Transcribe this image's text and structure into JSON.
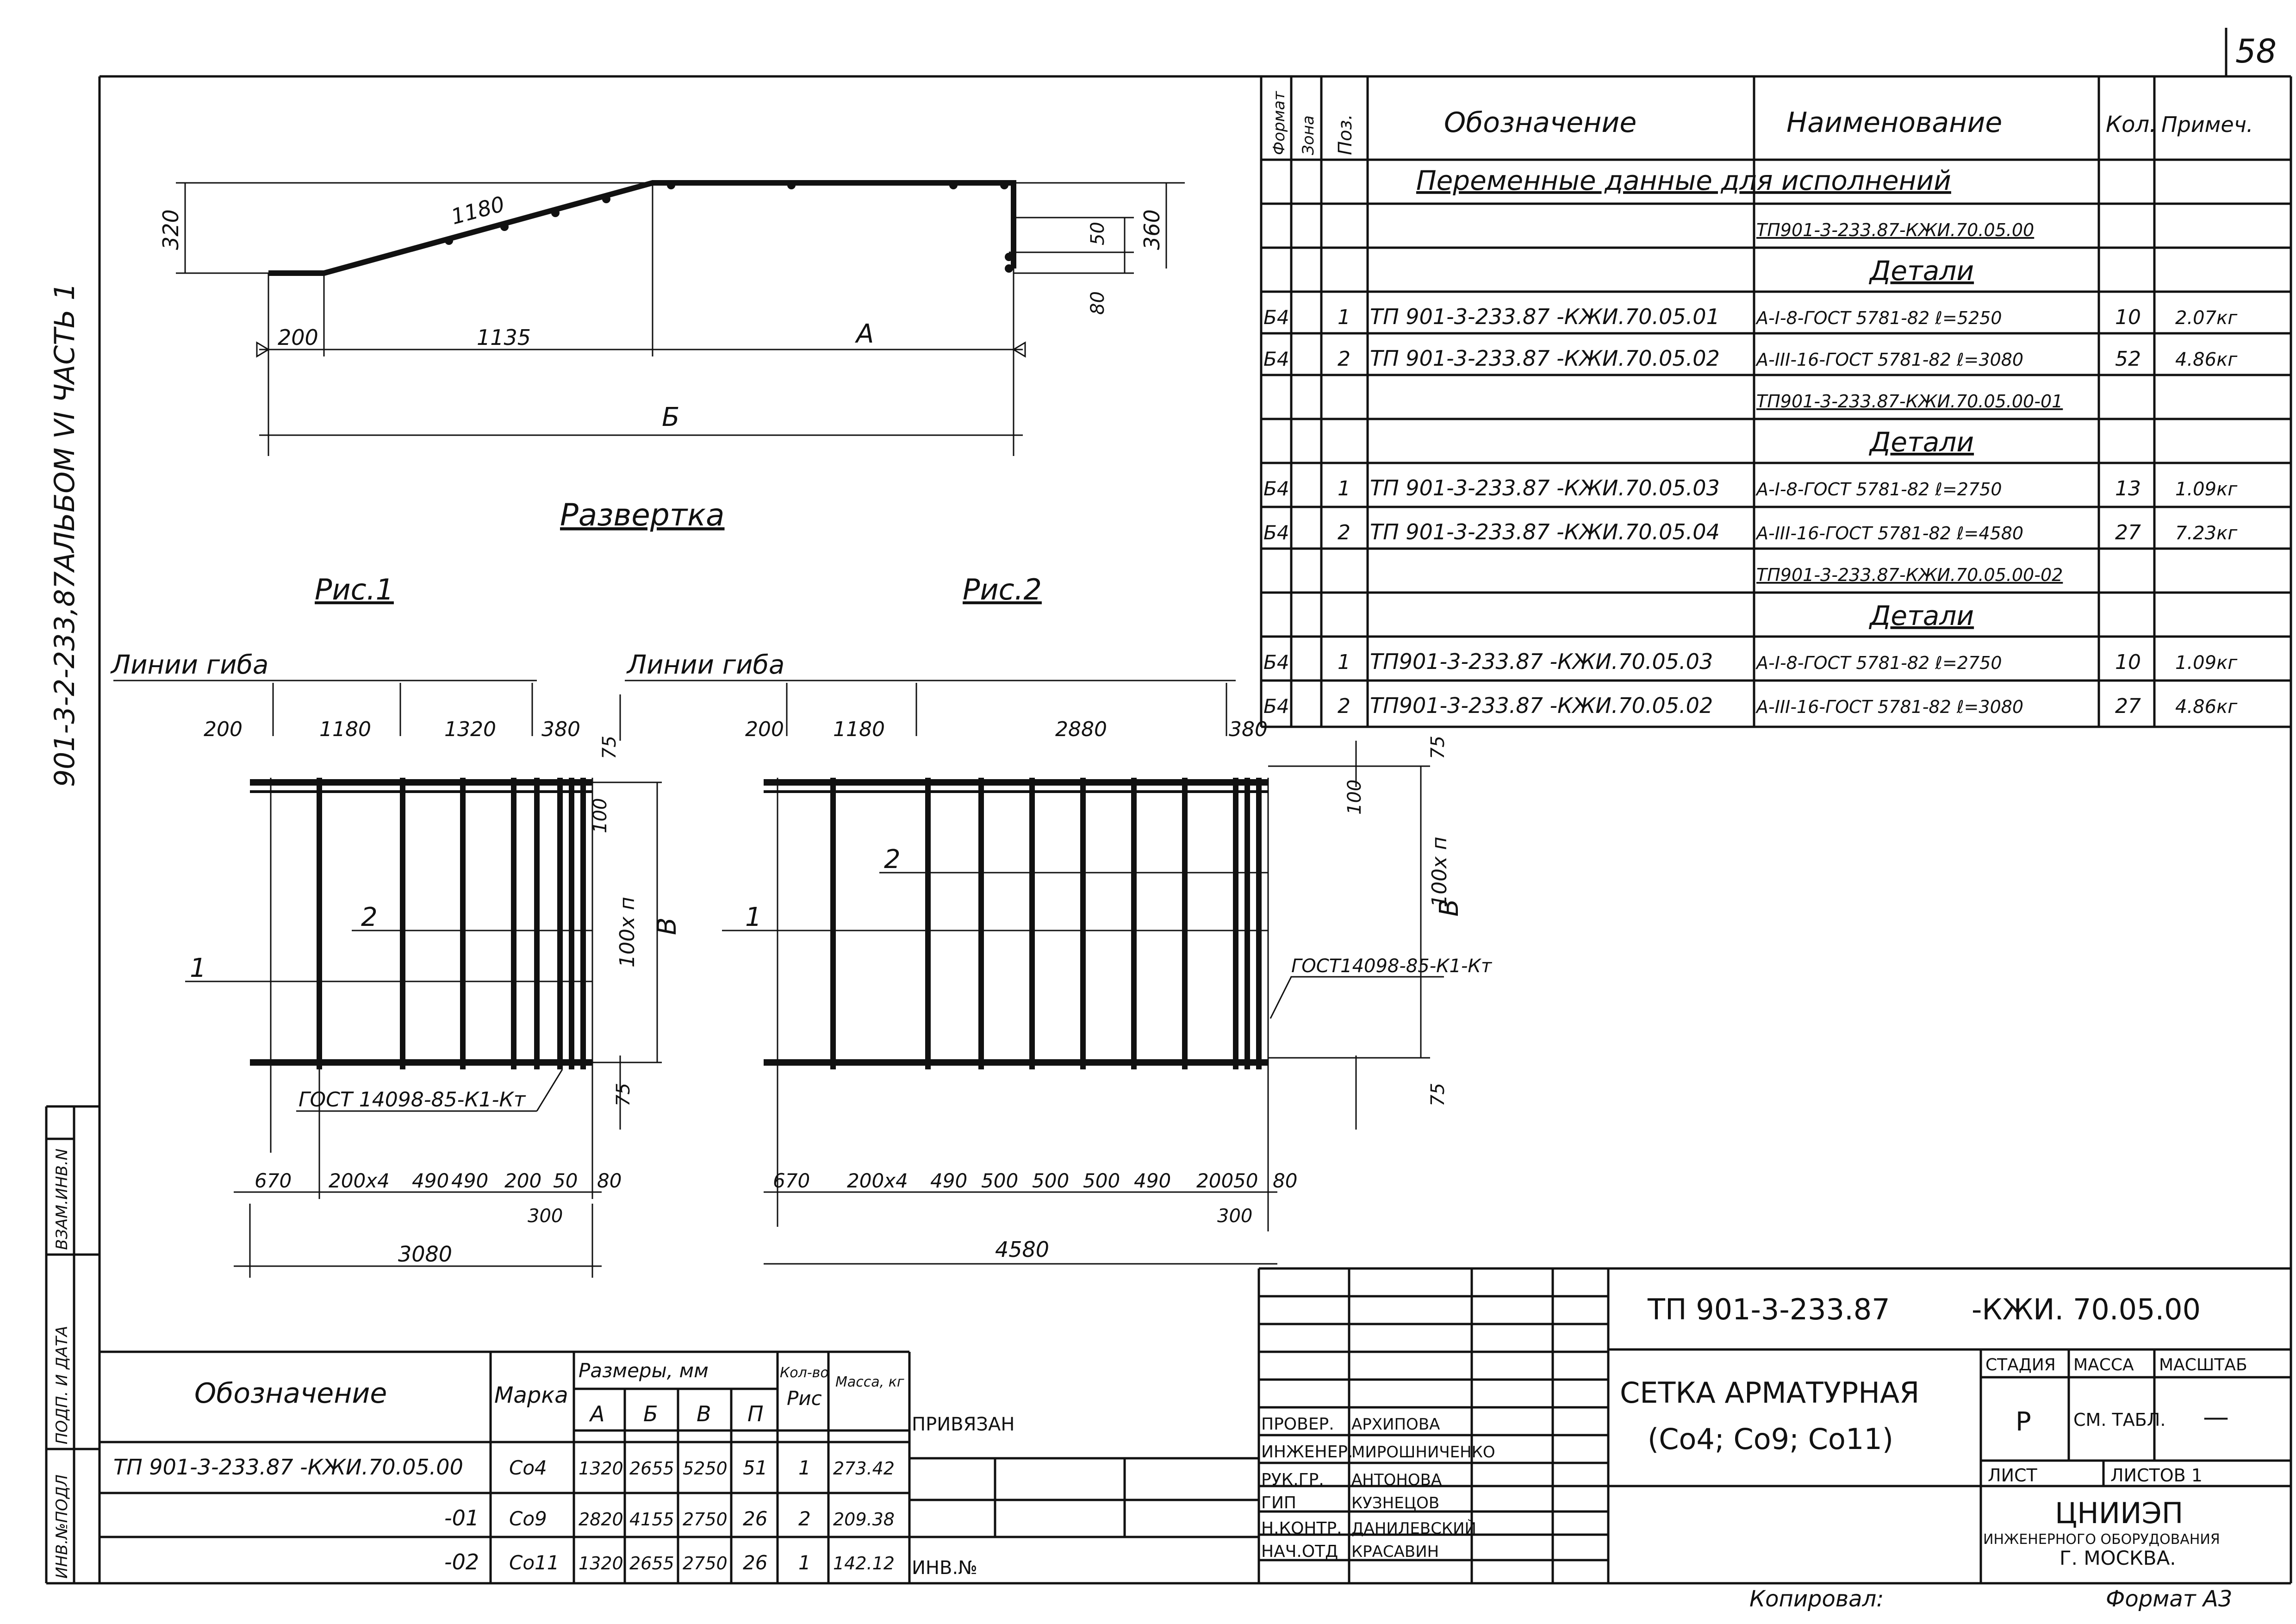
{
  "sheet_number": "58",
  "side_label": "901-3-2-233,87АЛЬБОМ VI ЧАСТЬ 1",
  "left_stamp": [
    "ИНВ.№ПОДЛ",
    "ПОДП. И ДАТА",
    "ВЗАМ.ИНВ.N"
  ],
  "drawing": {
    "title_unfold": "Развертка",
    "fig1": "Рис.1",
    "fig2": "Рис.2",
    "bend_lines": "Линии гиба",
    "gost_weld": "ГОСТ 14098-85-К1-Кт",
    "gost_weld2": "ГОСТ14098-85-К1-Кт",
    "pos1": "1",
    "pos2": "2",
    "dims_unfold": {
      "d320": "320",
      "d1180": "1180",
      "d50": "50",
      "d360": "360",
      "d80": "80",
      "d200": "200",
      "d1135": "1135",
      "dA": "А",
      "dB": "Б"
    },
    "dims_fig1_top": [
      "200",
      "1180",
      "1320",
      "380"
    ],
    "dims_fig1_bottom": [
      "670",
      "200х4",
      "490",
      "490",
      "200",
      "50",
      "80"
    ],
    "dims_fig1_300": "300",
    "dims_fig1_total": "3080",
    "dims_fig1_side": {
      "d75a": "75",
      "d100": "100",
      "d100n": "100х п",
      "dV": "В",
      "d75b": "75"
    },
    "dims_fig2_top": [
      "200",
      "1180",
      "2880",
      "380"
    ],
    "dims_fig2_bottom": [
      "670",
      "200х4",
      "490",
      "500",
      "500",
      "500",
      "490",
      "200",
      "50",
      "80"
    ],
    "dims_fig2_300": "300",
    "dims_fig2_total": "4580",
    "dims_fig2_side": {
      "d75a": "75",
      "d100": "100",
      "d100n": "100х п",
      "dV": "В",
      "d75b": "75"
    }
  },
  "spec_table": {
    "headers": {
      "format": "Формат",
      "zone": "Зона",
      "pos": "Поз.",
      "designation": "Обозначение",
      "name": "Наименование",
      "qty": "Кол.",
      "note": "Примеч."
    },
    "variable_data": "Переменные данные для исполнений",
    "rows": [
      {
        "format": "",
        "pos": "",
        "designation": "",
        "name": "ТП901-3-233.87-КЖИ.70.05.00",
        "qty": "",
        "note": "",
        "kind": "u"
      },
      {
        "format": "",
        "pos": "",
        "designation": "",
        "name": "Детали",
        "qty": "",
        "note": "",
        "kind": "h"
      },
      {
        "format": "Б4",
        "pos": "1",
        "designation": "ТП 901-3-233.87 -КЖИ.70.05.01",
        "name": "А-I-8-ГОСТ 5781-82 ℓ=5250",
        "qty": "10",
        "note": "2.07кг",
        "kind": ""
      },
      {
        "format": "Б4",
        "pos": "2",
        "designation": "ТП 901-3-233.87 -КЖИ.70.05.02",
        "name": "А-III-16-ГОСТ 5781-82 ℓ=3080",
        "qty": "52",
        "note": "4.86кг",
        "kind": ""
      },
      {
        "format": "",
        "pos": "",
        "designation": "",
        "name": "ТП901-3-233.87-КЖИ.70.05.00-01",
        "qty": "",
        "note": "",
        "kind": "u"
      },
      {
        "format": "",
        "pos": "",
        "designation": "",
        "name": "Детали",
        "qty": "",
        "note": "",
        "kind": "h"
      },
      {
        "format": "Б4",
        "pos": "1",
        "designation": "ТП 901-3-233.87 -КЖИ.70.05.03",
        "name": "А-I-8-ГОСТ 5781-82 ℓ=2750",
        "qty": "13",
        "note": "1.09кг",
        "kind": ""
      },
      {
        "format": "Б4",
        "pos": "2",
        "designation": "ТП 901-3-233.87 -КЖИ.70.05.04",
        "name": "А-III-16-ГОСТ 5781-82 ℓ=4580",
        "qty": "27",
        "note": "7.23кг",
        "kind": ""
      },
      {
        "format": "",
        "pos": "",
        "designation": "",
        "name": "ТП901-3-233.87-КЖИ.70.05.00-02",
        "qty": "",
        "note": "",
        "kind": "u"
      },
      {
        "format": "",
        "pos": "",
        "designation": "",
        "name": "Детали",
        "qty": "",
        "note": "",
        "kind": "h"
      },
      {
        "format": "Б4",
        "pos": "1",
        "designation": "ТП901-3-233.87 -КЖИ.70.05.03",
        "name": "А-I-8-ГОСТ 5781-82 ℓ=2750",
        "qty": "10",
        "note": "1.09кг",
        "kind": ""
      },
      {
        "format": "Б4",
        "pos": "2",
        "designation": "ТП901-3-233.87 -КЖИ.70.05.02",
        "name": "А-III-16-ГОСТ 5781-82 ℓ=3080",
        "qty": "27",
        "note": "4.86кг",
        "kind": ""
      }
    ]
  },
  "mark_table": {
    "headers": {
      "designation": "Обозначение",
      "mark": "Марка",
      "sizes": "Размеры, мм",
      "qty": "Кол-во",
      "A": "А",
      "B": "Б",
      "V": "В",
      "P": "П",
      "fig": "Рис",
      "mass": "Масса, кг"
    },
    "rows": [
      {
        "designation": "ТП 901-3-233.87 -КЖИ.70.05.00",
        "mark": "Со4",
        "A": "1320",
        "B": "2655",
        "V": "5250",
        "P": "51",
        "fig": "1",
        "mass": "273.42"
      },
      {
        "designation": "-01",
        "mark": "Со9",
        "A": "2820",
        "B": "4155",
        "V": "2750",
        "P": "26",
        "fig": "2",
        "mass": "209.38"
      },
      {
        "designation": "-02",
        "mark": "Со11",
        "A": "1320",
        "B": "2655",
        "V": "2750",
        "P": "26",
        "fig": "1",
        "mass": "142.12"
      }
    ]
  },
  "attach": {
    "privyazan": "ПРИВЯЗАН",
    "inv": "ИНВ.№"
  },
  "title_block": {
    "code": "ТП 901-3-233.87",
    "code2": "-КЖИ. 70.05.00",
    "name": "СЕТКА АРМАТУРНАЯ",
    "marks": "(Со4; Со9; Со11)",
    "stage_h": "СТАДИЯ",
    "mass_h": "МАССА",
    "scale_h": "МАСШТАБ",
    "stage": "Р",
    "mass": "СМ. ТАБЛ.",
    "scale": "—",
    "sheet_h": "ЛИСТ",
    "sheets_h": "ЛИСТОВ 1",
    "org": "ЦНИИЭП",
    "org2": "ИНЖЕНЕРНОГО ОБОРУДОВАНИЯ",
    "org3": "Г. МОСКВА.",
    "staff": [
      {
        "role": "ПРОВЕР.",
        "name": "АРХИПОВА"
      },
      {
        "role": "ИНЖЕНЕР.",
        "name": "МИРОШНИЧЕНКО"
      },
      {
        "role": "РУК.ГР.",
        "name": "АНТОНОВА"
      },
      {
        "role": "ГИП",
        "name": "КУЗНЕЦОВ"
      },
      {
        "role": "Н.КОНТР.",
        "name": "ДАНИЛЕВСКИЙ"
      },
      {
        "role": "НАЧ.ОТД",
        "name": "КРАСАВИН"
      }
    ]
  },
  "footer": {
    "copied": "Копировал:",
    "format": "Формат А3"
  }
}
